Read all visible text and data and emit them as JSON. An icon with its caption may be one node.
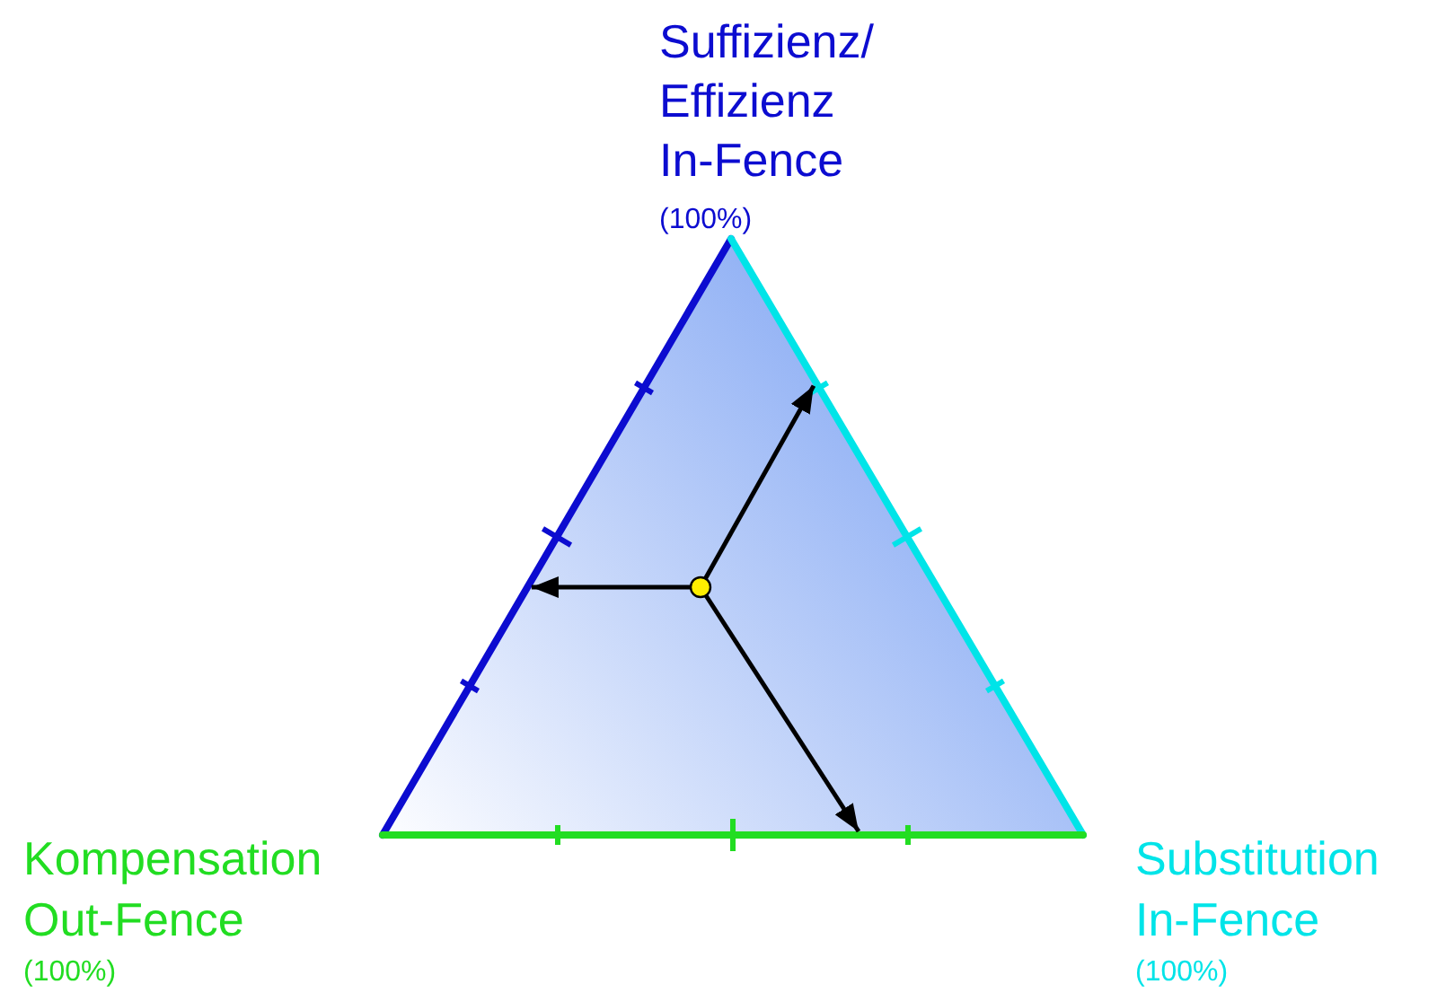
{
  "diagram": {
    "nodes": [
      {
        "text": [],
        "shape": "triangle"
      },
      {
        "text": [],
        "shape": "circle",
        "in": 0
      }
    ],
    "edges": [
      {
        "from": 1,
        "to": 0,
        "arrow": "to"
      },
      {
        "from": 1,
        "to": 0,
        "arrow": "to"
      },
      {
        "from": 1,
        "to": 0,
        "arrow": "to"
      }
    ],
    "labels": [
      "Suffizienz/ Effizienz In-Fence",
      "(100%)",
      "Kompensation Out-Fence",
      "(100%)",
      "Substitution In-Fence",
      "(100%)"
    ]
  }
}
